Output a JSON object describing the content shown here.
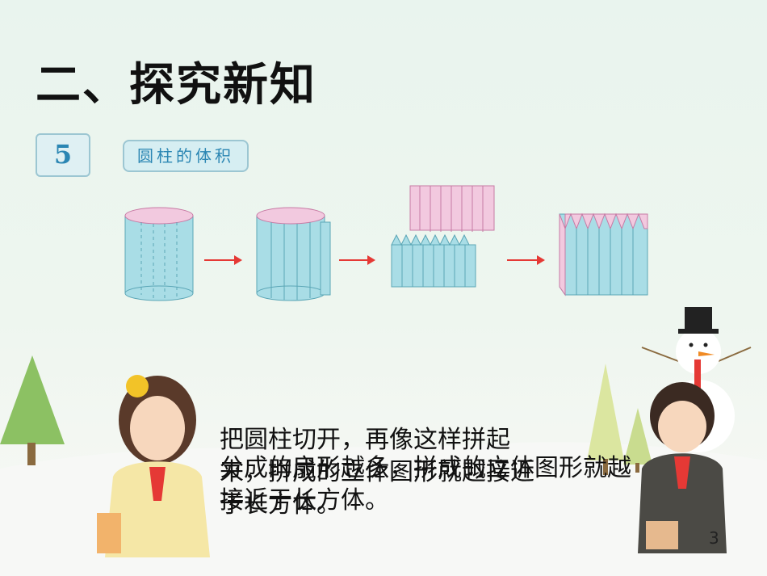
{
  "slide": {
    "title": "二、探究新知",
    "section_number": "5",
    "section_label": "圆柱的体积",
    "caption_1": "把圆柱切开，再像这样拼起来，拼成的立体图形就越接近于长方体。",
    "caption_2": "分成的扇形越多，拼成的立体图形就越接近于长方体。",
    "page_number": "3"
  },
  "colors": {
    "cylinder_side": "#a9dde6",
    "cylinder_top": "#f2c9df",
    "arrow": "#e53935",
    "title_text": "#111111",
    "badge_text": "#2b86b3"
  },
  "icons": [
    "cylinder-diagram",
    "arrow-right-icon",
    "pine-tree-icon",
    "snowman-icon",
    "girl-illustration",
    "boy-illustration"
  ]
}
